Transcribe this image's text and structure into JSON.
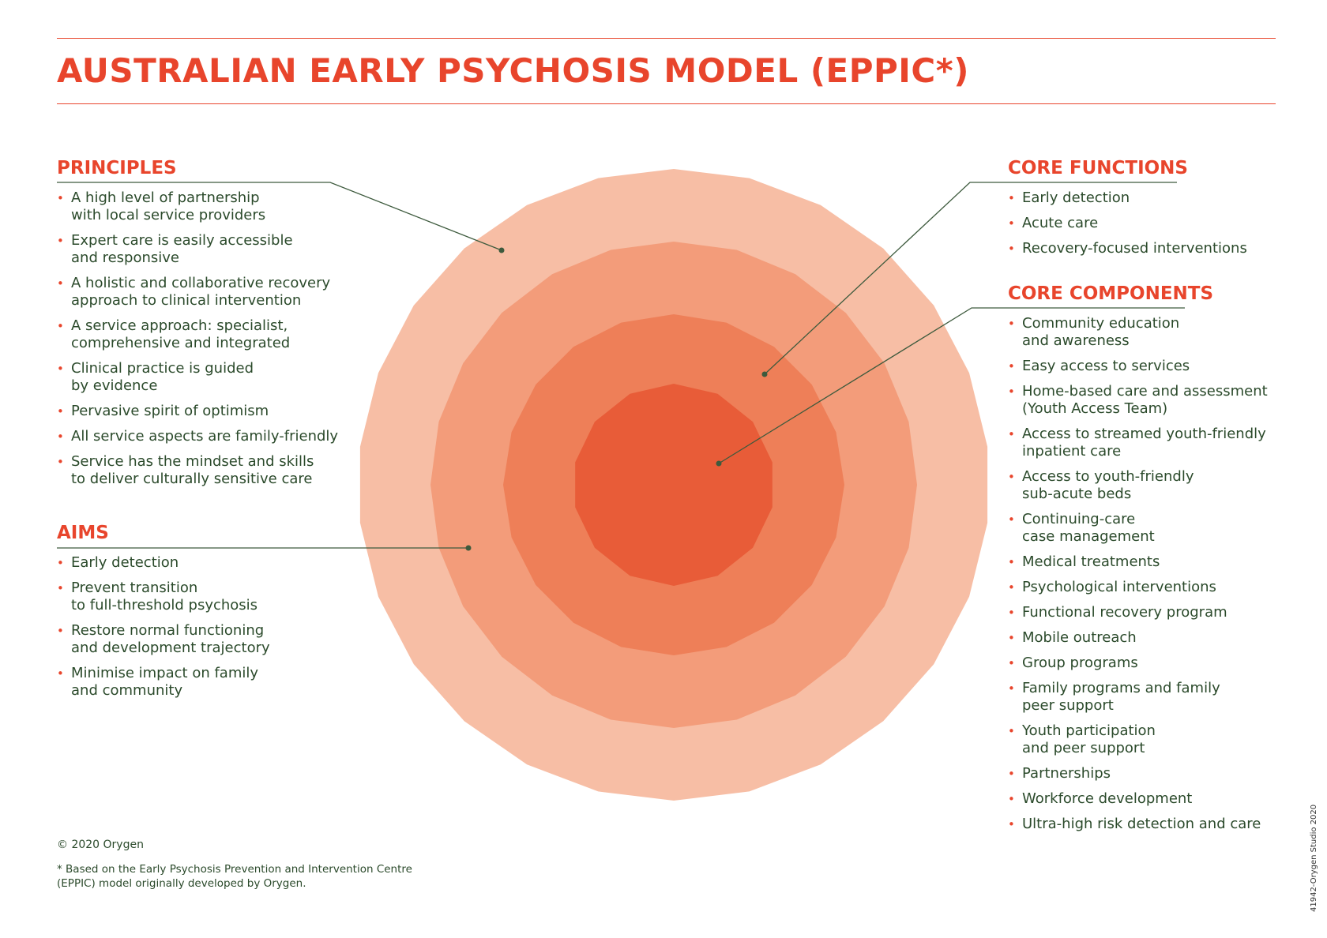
{
  "title": "AUSTRALIAN EARLY PSYCHOSIS MODEL (EPPIC*)",
  "colors": {
    "accent": "#e8452c",
    "text": "#2b4a2b",
    "ring_outer": "#f7bea5",
    "ring_second": "#f39c7a",
    "ring_third": "#ee7f58",
    "ring_core": "#e85c38",
    "leader_line": "#3d5a3d"
  },
  "principles": {
    "heading": "PRINCIPLES",
    "items": [
      "A high level of partnership\nwith local service providers",
      "Expert care is easily accessible\nand responsive",
      "A holistic and collaborative recovery\napproach to clinical intervention",
      "A service approach: specialist,\ncomprehensive and integrated",
      "Clinical practice is guided\nby evidence",
      "Pervasive spirit of optimism",
      "All service aspects are family-friendly",
      "Service has the mindset and skills\nto deliver culturally sensitive care"
    ]
  },
  "aims": {
    "heading": "AIMS",
    "items": [
      "Early detection",
      "Prevent transition\nto full-threshold psychosis",
      "Restore normal functioning\nand development trajectory",
      "Minimise impact on family\nand community"
    ]
  },
  "core_functions": {
    "heading": "CORE FUNCTIONS",
    "items": [
      "Early detection",
      "Acute care",
      "Recovery-focused interventions"
    ]
  },
  "core_components": {
    "heading": "CORE COMPONENTS",
    "items": [
      "Community education\nand awareness",
      "Easy access to services",
      "Home-based care and assessment\n(Youth Access Team)",
      "Access to streamed youth-friendly\ninpatient care",
      "Access to youth-friendly\nsub-acute beds",
      "Continuing-care\ncase management",
      "Medical treatments",
      "Psychological interventions",
      "Functional recovery program",
      "Mobile outreach",
      "Group programs",
      "Family programs and family\npeer support",
      "Youth participation\nand peer support",
      "Partnerships",
      "Workforce development",
      "Ultra-high risk detection and care"
    ]
  },
  "footer": {
    "copyright": "© 2020 Orygen",
    "note": "* Based on the Early Psychosis Prevention and Intervention Centre\n  (EPPIC) model originally developed by Orygen."
  },
  "side_code": "41942-Orygen Studio 2020"
}
